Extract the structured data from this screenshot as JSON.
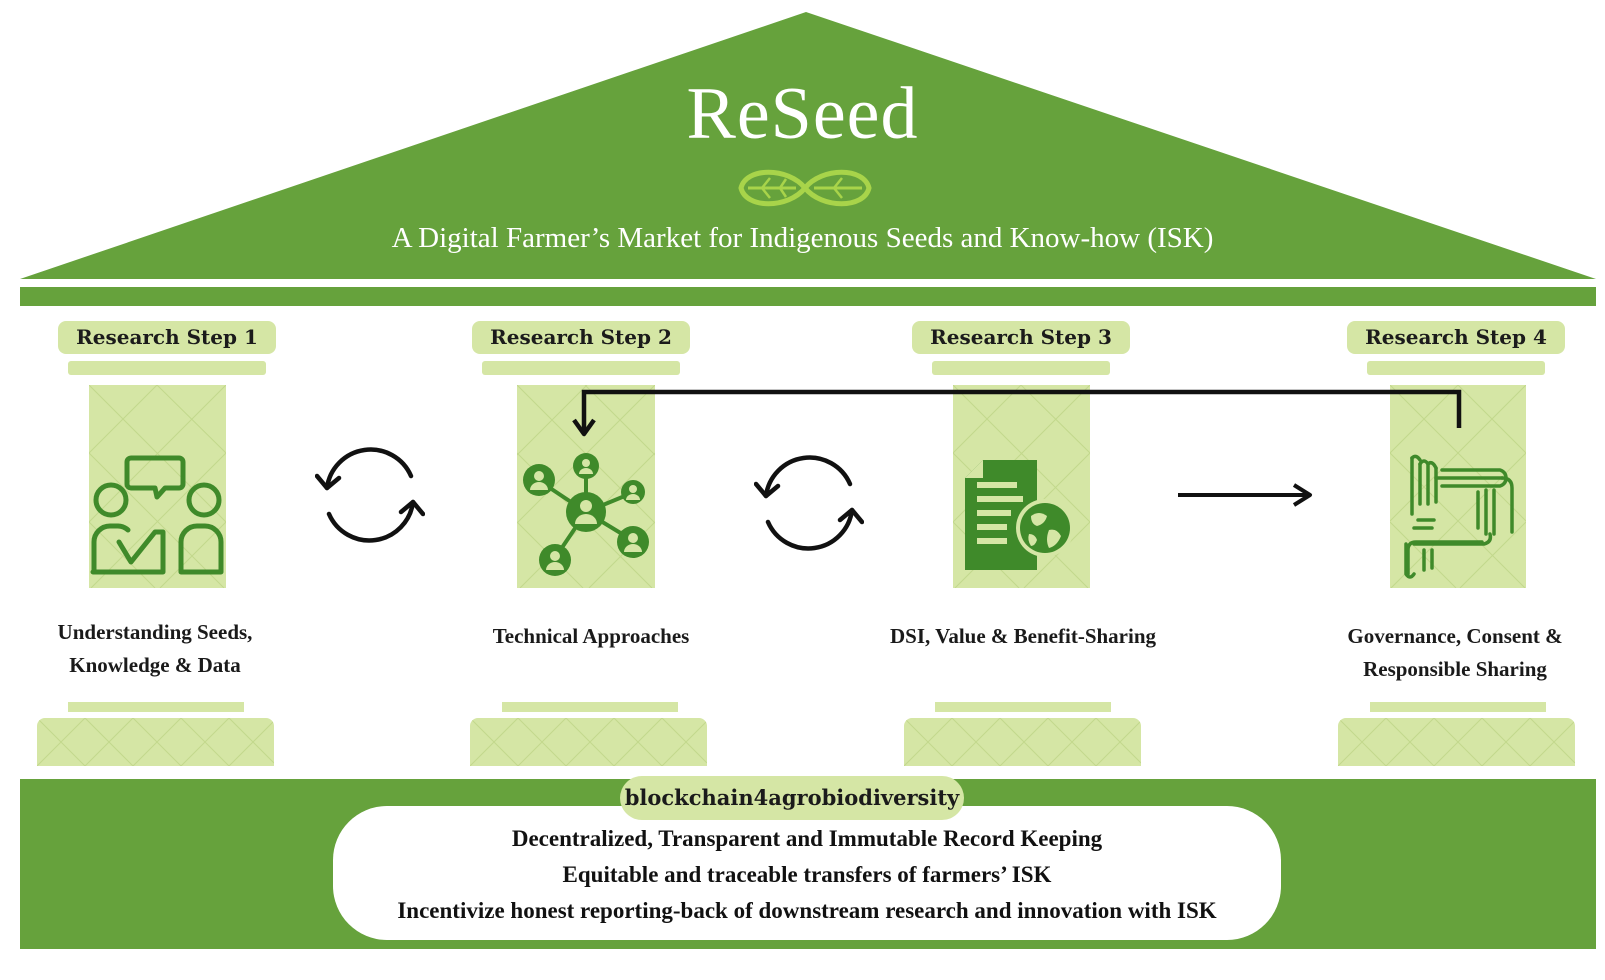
{
  "roof": {
    "title": "ReSeed",
    "subtitle": "A Digital Farmer’s Market for Indigenous Seeds and Know-how (ISK)",
    "logo_icon": "leaf-infinity-icon"
  },
  "pillars": [
    {
      "step": "Research Step 1",
      "icon": "dialogue-people-icon",
      "caption_lines": [
        "Understanding Seeds,",
        "Knowledge & Data"
      ]
    },
    {
      "step": "Research Step 2",
      "icon": "network-people-icon",
      "caption_lines": [
        "Technical Approaches"
      ]
    },
    {
      "step": "Research Step 3",
      "icon": "document-globe-icon",
      "caption_lines": [
        "DSI, Value & Benefit-Sharing"
      ]
    },
    {
      "step": "Research Step 4",
      "icon": "joined-hands-icon",
      "caption_lines": [
        "Governance, Consent &",
        "Responsible Sharing"
      ]
    }
  ],
  "connectors": [
    "cycle-arrows-icon",
    "cycle-arrows-icon",
    "right-arrow-icon",
    "feedback-arrow-icon"
  ],
  "base": {
    "tag": "blockchain4agrobiodiversity",
    "lines": [
      "Decentralized, Transparent and Immutable Record Keeping",
      "Equitable and traceable transfers of farmers’ ISK",
      "Incentivize honest reporting-back of downstream research and innovation with ISK"
    ]
  },
  "colors": {
    "roof_green": "#66a23c",
    "pillar_light_green": "#d5e6a5",
    "icon_green": "#3f8a2a",
    "text_dark": "#1b1b1b"
  }
}
